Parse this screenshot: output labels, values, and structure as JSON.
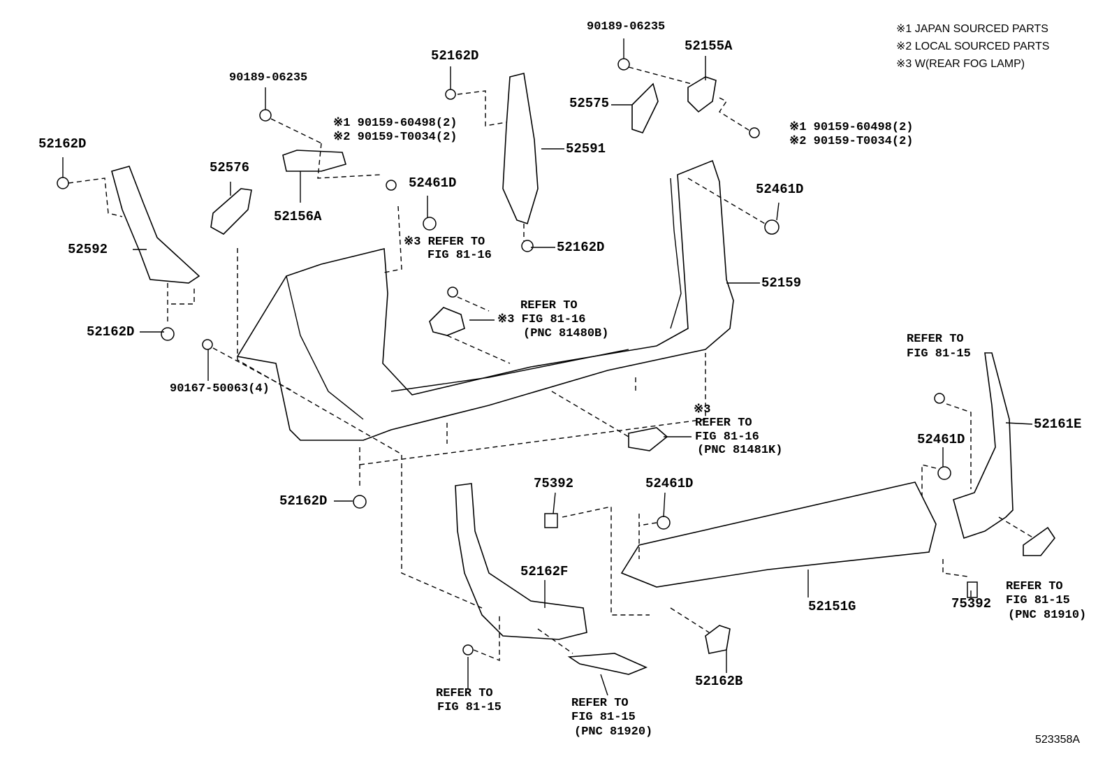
{
  "legend": [
    "※1  JAPAN SOURCED PARTS",
    "※2  LOCAL SOURCED PARTS",
    "※3  W(REAR FOG LAMP)"
  ],
  "figure_id": "523358A",
  "labels": [
    "90189-06235",
    "52155A",
    "52162D",
    "90189-06235",
    "52575",
    "※1 90159-60498(2)",
    "※2 90159-T0034(2)",
    "※1 90159-60498(2)",
    "※2 90159-T0034(2)",
    "52162D",
    "52591",
    "52576",
    "52461D",
    "52461D",
    "52156A",
    "※3 REFER TO",
    "FIG 81-16",
    "52162D",
    "52592",
    "52159",
    "REFER TO",
    "※3 FIG 81-16",
    "(PNC 81480B)",
    "52162D",
    "REFER TO",
    "FIG 81-15",
    "90167-50063(4)",
    "※3",
    "REFER TO",
    "FIG 81-16",
    "(PNC 81481K)",
    "52161E",
    "52461D",
    "75392",
    "52461D",
    "52162D",
    "52162F",
    "REFER TO",
    "FIG 81-15",
    "(PNC 81910)",
    "52151G",
    "75392",
    "52162B",
    "REFER TO",
    "FIG 81-15",
    "REFER TO",
    "FIG 81-15",
    "(PNC 81920)"
  ]
}
